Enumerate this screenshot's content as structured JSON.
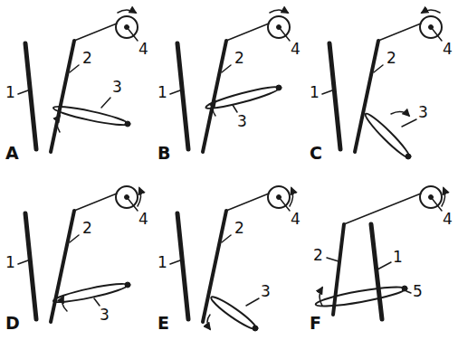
{
  "diagram": {
    "labels": [
      "1",
      "2",
      "3",
      "4",
      "A",
      "1",
      "2",
      "3",
      "4",
      "B",
      "1",
      "2",
      "3",
      "4",
      "C",
      "1",
      "2",
      "3",
      "4",
      "D",
      "1",
      "2",
      "3",
      "4",
      "E",
      "2",
      "1",
      "5",
      "4",
      "F"
    ]
  }
}
